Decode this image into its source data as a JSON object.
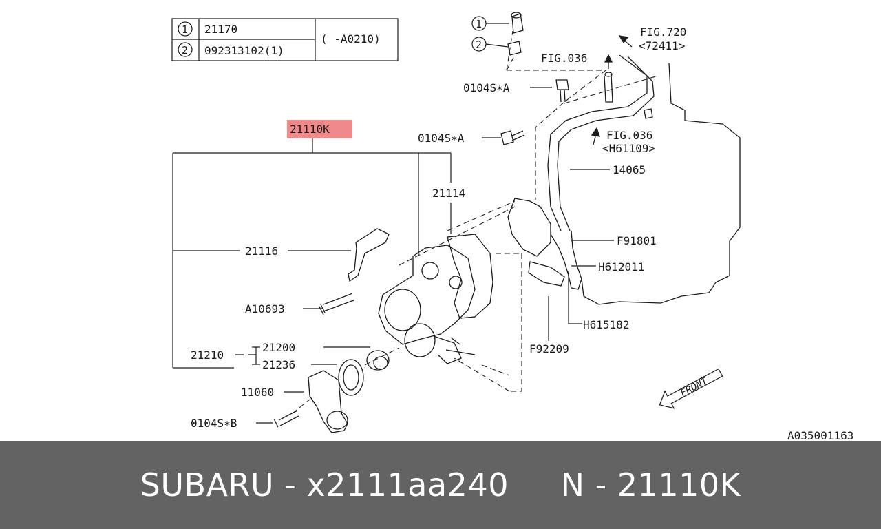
{
  "table": {
    "rows": [
      {
        "marker": "1",
        "part": "21170"
      },
      {
        "marker": "2",
        "part": "092313102(1)"
      }
    ],
    "range": "( -A0210)"
  },
  "highlight": {
    "label": "21110K",
    "color": "#f08a8a"
  },
  "labels": {
    "p21114": "21114",
    "p21116": "21116",
    "pA10693": "A10693",
    "p21200": "21200",
    "p21210": "21210",
    "p21236": "21236",
    "p11060": "11060",
    "p0104SB": "0104S∗B",
    "p0104SA_1": "0104S∗A",
    "p0104SA_2": "0104S∗A",
    "pFIG036_1": "FIG.036",
    "pFIG720": "FIG.720",
    "p72411": "<72411>",
    "pFIG036_2": "FIG.036",
    "pH61109": "<H61109>",
    "p14065": "14065",
    "pF91801": "F91801",
    "pH612011": "H612011",
    "pH615182": "H615182",
    "pF92209": "F92209",
    "callout1": "1",
    "callout2": "2",
    "front": "FRONT",
    "doc_id": "A035001163"
  },
  "footer": {
    "caption": "SUBARU - x2111aa240     N - 21110K",
    "background": "#636363",
    "text_color": "#ffffff"
  }
}
